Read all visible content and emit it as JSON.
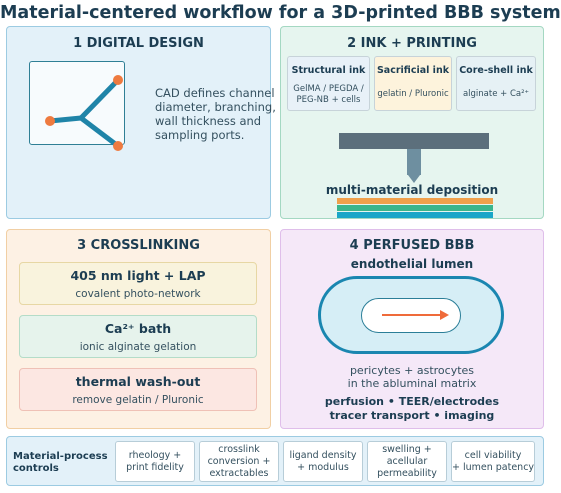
{
  "title": "Material-centered workflow for a 3D-printed BBB system",
  "panel1": {
    "title": "1  DIGITAL DESIGN",
    "description_lines": [
      "CAD defines channel",
      "diameter, branching,",
      "wall thickness and",
      "sampling ports."
    ]
  },
  "panel2": {
    "title": "2  INK + PRINTING",
    "inks": [
      {
        "name": "Structural ink",
        "body_lines": [
          "GelMA / PEGDA /",
          "PEG-NB + cells"
        ]
      },
      {
        "name": "Sacrificial ink",
        "body_lines": [
          "gelatin / Pluronic"
        ]
      },
      {
        "name": "Core-shell ink",
        "body_lines": [
          "alginate + Ca²⁺"
        ]
      }
    ],
    "deposition_label": "multi-material deposition"
  },
  "panel3": {
    "title": "3  CROSSLINKING",
    "steps": [
      {
        "heading": "405 nm light + LAP",
        "sub": "covalent photo-network"
      },
      {
        "heading": "Ca²⁺ bath",
        "sub": "ionic alginate gelation"
      },
      {
        "heading": "thermal wash-out",
        "sub": "remove gelatin / Pluronic"
      }
    ]
  },
  "panel4": {
    "title": "4  PERFUSED BBB",
    "lumen_label": "endothelial lumen",
    "cells_lines": [
      "pericytes + astrocytes",
      "in the abluminal matrix"
    ],
    "readout_lines": [
      "perfusion • TEER/electrodes",
      "tracer transport • imaging"
    ]
  },
  "controls": {
    "label_lines": [
      "Material-process",
      "controls"
    ],
    "items": [
      {
        "lines": [
          "rheology +",
          "print fidelity"
        ]
      },
      {
        "lines": [
          "crosslink",
          "conversion +",
          "extractables"
        ]
      },
      {
        "lines": [
          "ligand density",
          "+ modulus"
        ]
      },
      {
        "lines": [
          "swelling +",
          "acellular",
          "permeability"
        ]
      },
      {
        "lines": [
          "cell viability",
          "+ lumen patency"
        ]
      }
    ]
  },
  "colors": {
    "design_accent": "#2f7f95",
    "node_orange": "#ee7a3f",
    "flow_arrow": "#ef6b3a",
    "layer_orange": "#f0a04b",
    "layer_green": "#3bb58c",
    "layer_blue": "#1aa6c8"
  }
}
